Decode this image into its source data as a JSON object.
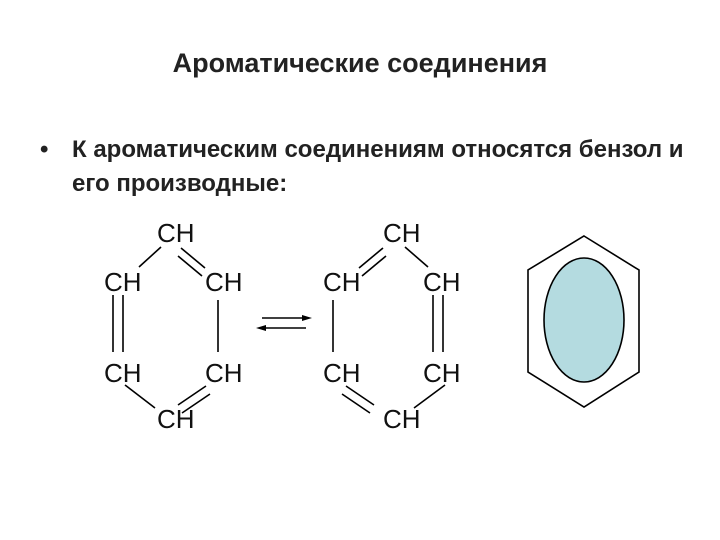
{
  "slide": {
    "title": "Ароматические соединения",
    "bullet_mark": "•",
    "bullet_text": "К ароматическим соединениям относятся бензол и его производные:"
  },
  "structure_left": {
    "top": "CH",
    "upper_left": "CH",
    "upper_right": "CH",
    "lower_left": "CH",
    "lower_right": "CH",
    "bottom": "CH"
  },
  "structure_right": {
    "top": "CH",
    "upper_left": "CH",
    "upper_right": "CH",
    "lower_left": "CH",
    "lower_right": "CH",
    "bottom": "CH"
  },
  "colors": {
    "ring_fill": "#b4dbe0",
    "stroke": "#000000"
  }
}
